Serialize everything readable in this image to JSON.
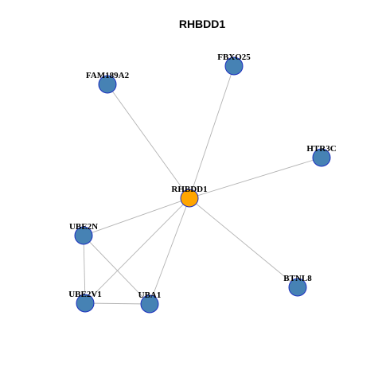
{
  "title": "RHBDD1",
  "colors": {
    "center_node": "#ffa500",
    "neighbor_node": "#4682b4",
    "node_border": "#1c2fbf",
    "edge": "#b3b3b3"
  },
  "nodes": [
    {
      "id": "RHBDD1",
      "label": "RHBDD1",
      "role": "center"
    },
    {
      "id": "FBXO25",
      "label": "FBXO25",
      "role": "neighbor"
    },
    {
      "id": "FAM189A2",
      "label": "FAM189A2",
      "role": "neighbor"
    },
    {
      "id": "HTR3C",
      "label": "HTR3C",
      "role": "neighbor"
    },
    {
      "id": "UBE2N",
      "label": "UBE2N",
      "role": "neighbor"
    },
    {
      "id": "BTNL8",
      "label": "BTNL8",
      "role": "neighbor"
    },
    {
      "id": "UBE2V1",
      "label": "UBE2V1",
      "role": "neighbor"
    },
    {
      "id": "UBA1",
      "label": "UBA1",
      "role": "neighbor"
    }
  ],
  "edges": [
    [
      "RHBDD1",
      "FBXO25"
    ],
    [
      "RHBDD1",
      "FAM189A2"
    ],
    [
      "RHBDD1",
      "HTR3C"
    ],
    [
      "RHBDD1",
      "UBE2N"
    ],
    [
      "RHBDD1",
      "BTNL8"
    ],
    [
      "RHBDD1",
      "UBE2V1"
    ],
    [
      "RHBDD1",
      "UBA1"
    ],
    [
      "UBE2N",
      "UBE2V1"
    ],
    [
      "UBE2N",
      "UBA1"
    ],
    [
      "UBE2V1",
      "UBA1"
    ]
  ]
}
